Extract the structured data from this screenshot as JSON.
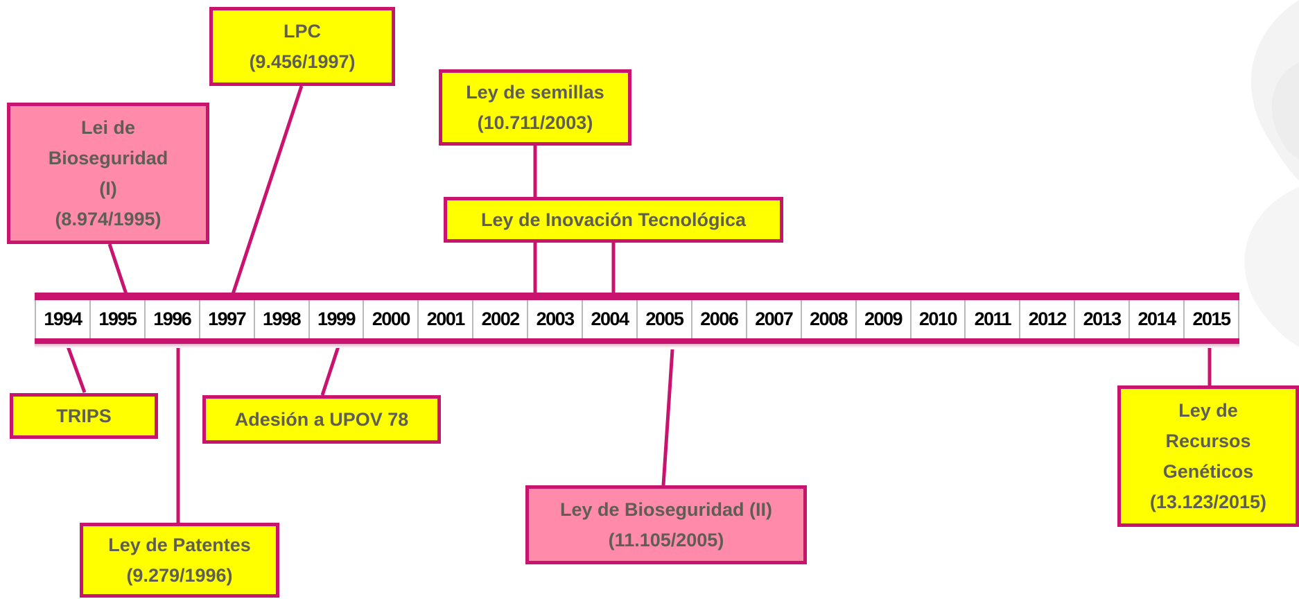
{
  "colors": {
    "accent": "#c8146e",
    "box_yellow": "#ffff00",
    "box_pink": "#ff8aaa",
    "box_text": "#5e5e54",
    "year_text": "#000000"
  },
  "timeline": {
    "years": [
      "1994",
      "1995",
      "1996",
      "1997",
      "1998",
      "1999",
      "2000",
      "2001",
      "2002",
      "2003",
      "2004",
      "2005",
      "2006",
      "2007",
      "2008",
      "2009",
      "2010",
      "2011",
      "2012",
      "2013",
      "2014",
      "2015"
    ]
  },
  "events": {
    "lpc": {
      "lines": [
        "LPC",
        "(9.456/1997)"
      ],
      "color": "yellow"
    },
    "bioseguridad_1": {
      "lines": [
        "Lei de",
        "Bioseguridad",
        "(I)",
        "(8.974/1995)"
      ],
      "color": "pink"
    },
    "semillas": {
      "lines": [
        "Ley de semillas",
        "(10.711/2003)"
      ],
      "color": "yellow"
    },
    "inovacion": {
      "lines": [
        "Ley de Inovación Tecnológica"
      ],
      "color": "yellow"
    },
    "trips": {
      "lines": [
        "TRIPS"
      ],
      "color": "yellow"
    },
    "upov": {
      "lines": [
        "Adesión a UPOV 78"
      ],
      "color": "yellow"
    },
    "patentes": {
      "lines": [
        "Ley de Patentes",
        "(9.279/1996)"
      ],
      "color": "yellow"
    },
    "bioseguridad_2": {
      "lines": [
        "Ley de Bioseguridad (II)",
        "(11.105/2005)"
      ],
      "color": "pink"
    },
    "recursos": {
      "lines": [
        "Ley de",
        "Recursos",
        "Genéticos",
        "(13.123/2015)"
      ],
      "color": "yellow"
    }
  }
}
